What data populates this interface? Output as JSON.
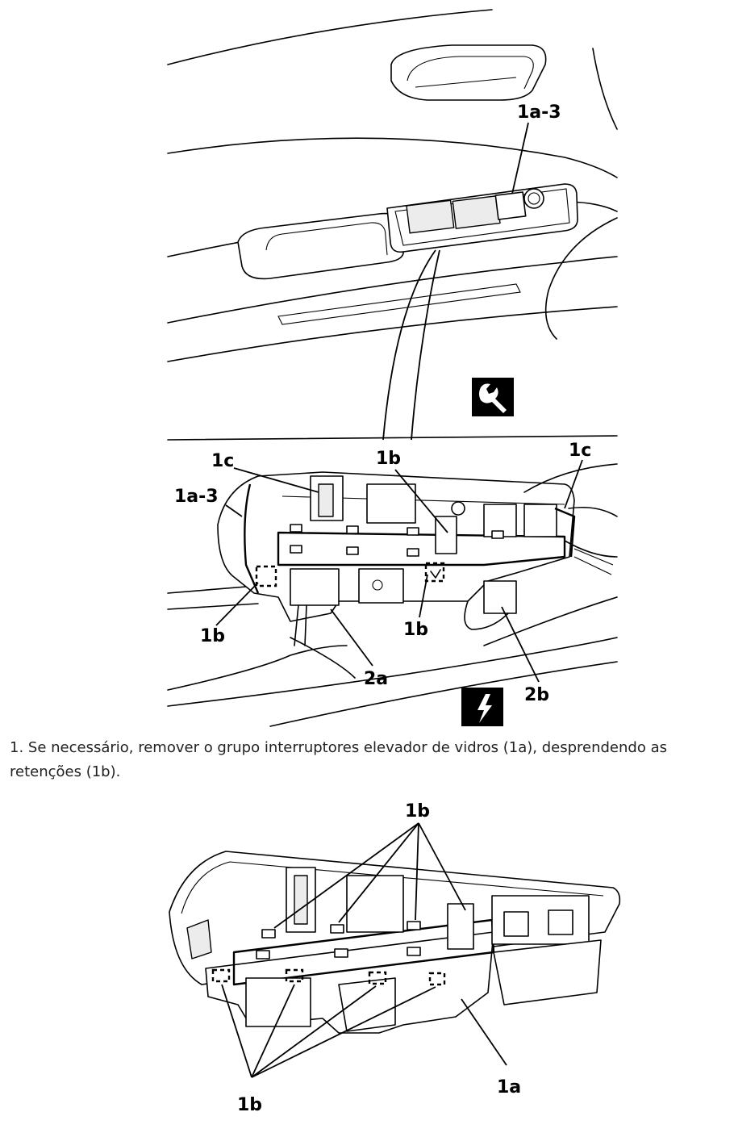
{
  "caption": "1. Se necessário, remover o grupo interruptores elevador de vidros (1a), desprendendo as retenções (1b).",
  "figure_top": {
    "callouts": {
      "door_switch": "1a-3",
      "switch_panel": "1a-3",
      "clip_left": "1c",
      "clip_right": "1c",
      "retainer_top": "1b",
      "retainer_left": "1b",
      "retainer_mid": "1b",
      "connector_a": "2a",
      "connector_b": "2b"
    },
    "icons": [
      "wrench-icon",
      "electrical-bolt-icon"
    ]
  },
  "figure_bottom": {
    "callouts": {
      "retainers_top": "1b",
      "retainers_bottom": "1b",
      "switch_group": "1a"
    }
  },
  "colors": {
    "line": "#000000",
    "icon_bg": "#000000",
    "icon_fg": "#ffffff",
    "text": "#222222"
  }
}
